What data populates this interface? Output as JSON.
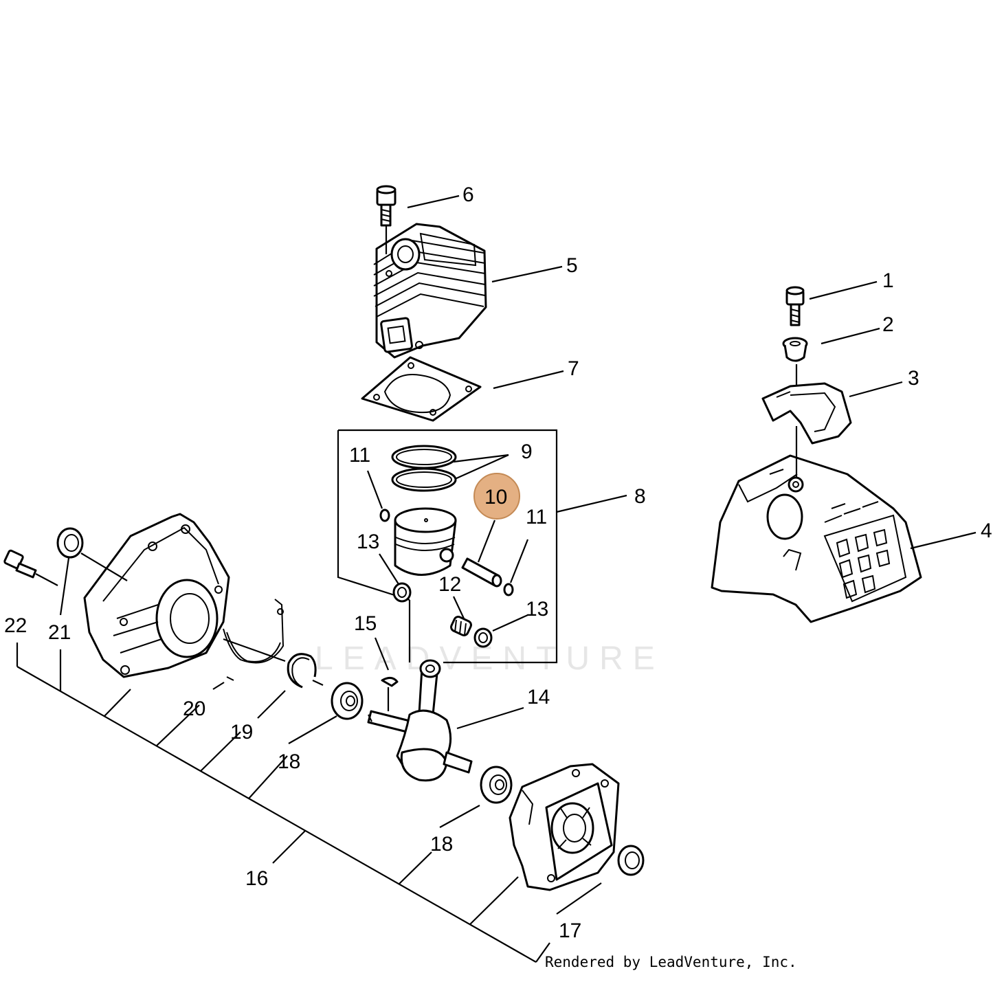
{
  "callouts": [
    {
      "id": "1",
      "text": "1"
    },
    {
      "id": "2",
      "text": "2"
    },
    {
      "id": "3",
      "text": "3"
    },
    {
      "id": "4",
      "text": "4"
    },
    {
      "id": "5",
      "text": "5"
    },
    {
      "id": "6",
      "text": "6"
    },
    {
      "id": "7",
      "text": "7"
    },
    {
      "id": "8",
      "text": "8"
    },
    {
      "id": "9",
      "text": "9"
    },
    {
      "id": "10",
      "text": "10",
      "highlighted": true
    },
    {
      "id": "11a",
      "text": "11"
    },
    {
      "id": "11b",
      "text": "11"
    },
    {
      "id": "12",
      "text": "12"
    },
    {
      "id": "13a",
      "text": "13"
    },
    {
      "id": "13b",
      "text": "13"
    },
    {
      "id": "14",
      "text": "14"
    },
    {
      "id": "15",
      "text": "15"
    },
    {
      "id": "16",
      "text": "16"
    },
    {
      "id": "17",
      "text": "17"
    },
    {
      "id": "18a",
      "text": "18"
    },
    {
      "id": "18b",
      "text": "18"
    },
    {
      "id": "19",
      "text": "19"
    },
    {
      "id": "20",
      "text": "20"
    },
    {
      "id": "21",
      "text": "21"
    },
    {
      "id": "22",
      "text": "22"
    }
  ],
  "highlight_color": "#e4b083",
  "watermark": "LEADVENTURE",
  "footer": "Rendered by LeadVenture, Inc."
}
